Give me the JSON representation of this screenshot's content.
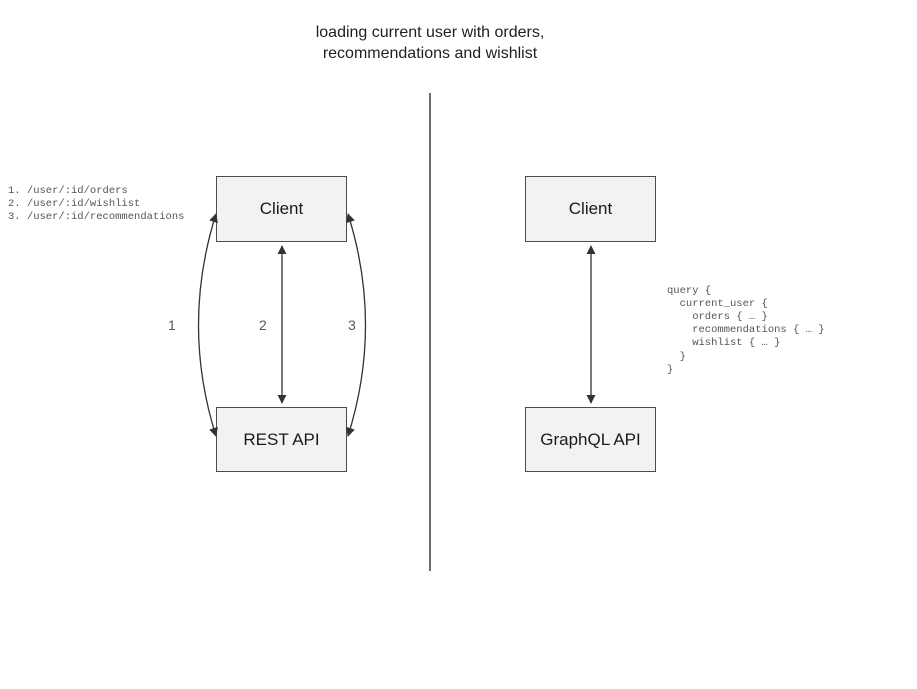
{
  "title": "loading current user with orders,\nrecommendations and wishlist",
  "rest_panel": {
    "endpoints": [
      "1. /user/:id/orders",
      "2. /user/:id/wishlist",
      "3. /user/:id/recommendations"
    ],
    "client_label": "Client",
    "api_label": "REST API",
    "arrow_labels": [
      "1",
      "2",
      "3"
    ]
  },
  "graphql_panel": {
    "client_label": "Client",
    "api_label": "GraphQL API",
    "query": [
      "query {",
      "  current_user {",
      "    orders { … }",
      "    recommendations { … }",
      "    wishlist { … }",
      "  }",
      "}"
    ]
  },
  "colors": {
    "box_fill": "#f2f2f2",
    "box_border": "#4d4d4d",
    "arrow": "#333333",
    "divider": "#6b6b6b",
    "code_text": "#555555",
    "label_text": "#595959"
  }
}
